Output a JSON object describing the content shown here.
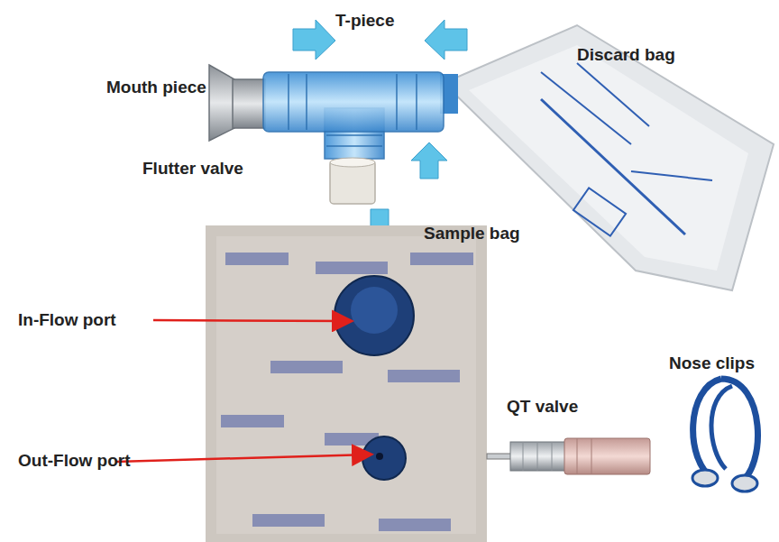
{
  "diagram": {
    "labels": [
      "T-piece",
      "Mouth piece",
      "Discard bag",
      "Flutter valve",
      "Sample bag",
      "In-Flow port",
      "Out-Flow port",
      "QT valve",
      "Nose clips"
    ]
  }
}
